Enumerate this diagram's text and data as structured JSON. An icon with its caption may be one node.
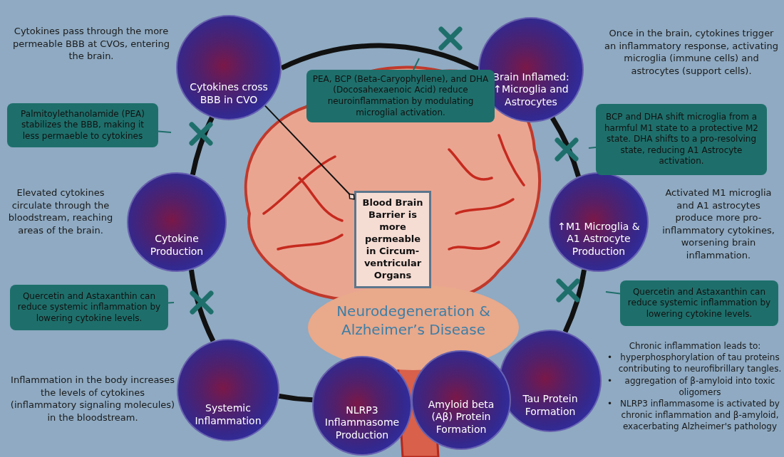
{
  "diagram": {
    "nodes": [
      {
        "text": [
          "Cytokines cross BBB in CVO"
        ],
        "beside": [
          "Cytokines pass through the more permeable BBB at CVOs, entering the brain."
        ]
      },
      {
        "text": [
          "Brain Inflamed: ↑Microglia and Astrocytes"
        ],
        "beside": [
          "Once in the brain, cytokines trigger an inflammatory response, activating microglia (immune cells) and astrocytes (support cells)."
        ]
      },
      {
        "text": [
          "↑M1 Microglia & A1 Astrocyte Production"
        ],
        "beside": [
          "Activated M1 microglia and A1 astrocytes produce more pro-inflammatory cytokines, worsening brain inflammation."
        ]
      },
      {
        "text": [
          "Tau Protein Formation"
        ],
        "beside": [
          "Chronic inflammation leads to:",
          "•",
          "hyperphosphorylation of tau proteins contributing to neurofibrillary tangles.",
          "•",
          "aggregation of β-amyloid into toxic oligomers",
          "•",
          "NLRP3 inflammasome is activated by chronic inflammation and β-amyloid, exacerbating Alzheimer's pathology"
        ]
      },
      {
        "text": [
          "Amyloid beta (Aβ) Protein Formation"
        ]
      },
      {
        "text": [
          "NLRP3 Inflammasome Production"
        ]
      },
      {
        "text": [
          "Systemic Inflammation"
        ],
        "beside": [
          "Inflammation in the body increases the levels of cytokines (inflammatory signaling molecules) in the bloodstream."
        ]
      },
      {
        "text": [
          "Cytokine Production"
        ],
        "beside": [
          "Elevated cytokines circulate through the bloodstream, reaching areas of the brain."
        ]
      },
      {
        "text": [
          "Neurodegeneration & Alzheimer’s Disease"
        ]
      },
      {
        "text": [
          "Blood Brain Barrier is more permeable in Circum-ventricular Organs"
        ]
      },
      {
        "text": [
          "Palmitoylethanolamide (PEA) stabilizes the BBB, making it less permaeble to cytokines"
        ]
      },
      {
        "text": [
          "PEA, BCP (Beta-Caryophyllene), and DHA (Docosahexaenoic Acid) reduce neuroinflammation by modulating microglial activation."
        ]
      },
      {
        "text": [
          "BCP and DHA shift microglia from a harmful M1 state to a protective M2 state. DHA shifts to a pro-resolving state, reducing A1 Astrocyte activation."
        ]
      },
      {
        "text": [
          "Quercetin and Astaxanthin can reduce systemic inflammation by lowering cytokine levels."
        ]
      },
      {
        "text": [
          "Quercetin and Astaxanthin can reduce systemic inflammation by lowering cytokine levels."
        ]
      }
    ],
    "edges": [
      {
        "from": 6,
        "to": 7,
        "arrow": "none",
        "style": "thick"
      },
      {
        "from": 7,
        "to": 0,
        "arrow": "none",
        "style": "thick"
      },
      {
        "from": 0,
        "to": 1,
        "arrow": "none",
        "style": "thick"
      },
      {
        "from": 1,
        "to": 2,
        "arrow": "none",
        "style": "thick"
      },
      {
        "from": 2,
        "to": 3,
        "arrow": "none",
        "style": "thick"
      },
      {
        "from": 5,
        "to": 6,
        "arrow": "none",
        "style": "thick"
      },
      {
        "from": 0,
        "to": 9,
        "arrow": "other"
      },
      {
        "from": 10,
        "to": null,
        "arrow": "none",
        "color": "#1f6e6a"
      },
      {
        "from": 11,
        "to": null,
        "arrow": "none",
        "color": "#1f6e6a"
      },
      {
        "from": 12,
        "to": null,
        "arrow": "none",
        "color": "#1f6e6a"
      },
      {
        "from": 13,
        "to": null,
        "arrow": "none",
        "color": "#1f6e6a"
      },
      {
        "from": 14,
        "to": null,
        "arrow": "none",
        "color": "#1f6e6a"
      }
    ]
  }
}
